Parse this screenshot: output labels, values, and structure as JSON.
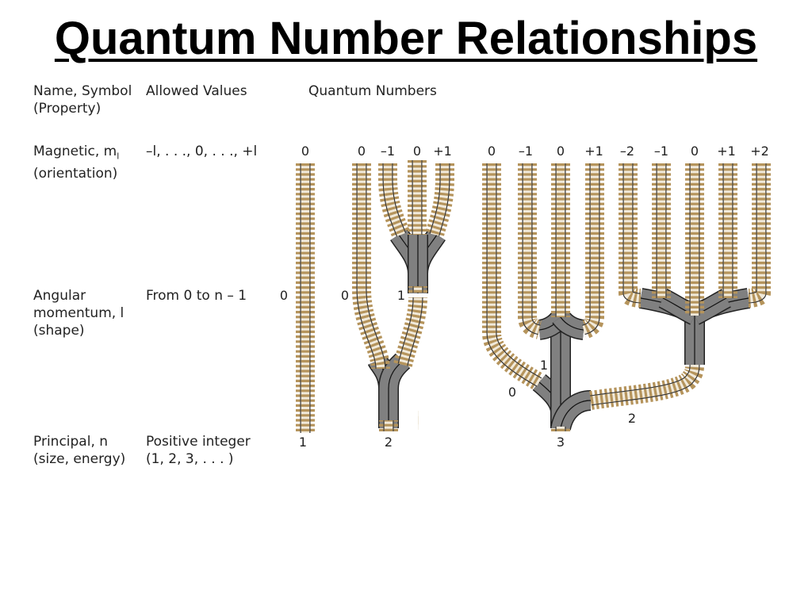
{
  "title": "Quantum Number Relationships",
  "headers": {
    "name_symbol": [
      "Name, Symbol",
      "(Property)"
    ],
    "allowed_values": "Allowed Values",
    "quantum_numbers": "Quantum Numbers"
  },
  "rows": {
    "magnetic": {
      "name": [
        "Magnetic, m",
        "(orientation)"
      ],
      "subscript": "l",
      "allowed": "–l, . . ., 0, . . ., +l"
    },
    "angular": {
      "name": [
        "Angular",
        "momentum, l",
        "(shape)"
      ],
      "allowed": "From 0 to n – 1"
    },
    "principal": {
      "name": [
        "Principal, n",
        "(size, energy)"
      ],
      "allowed": [
        "Positive integer",
        "(1, 2, 3, . . . )"
      ]
    }
  },
  "n_labels": [
    "1",
    "2",
    "3"
  ],
  "l_labels": {
    "n1": [
      "0"
    ],
    "n2": [
      "0",
      "1"
    ],
    "n3": [
      "0",
      "1",
      "2"
    ]
  },
  "ml_labels": {
    "n1_l0": [
      "0"
    ],
    "n2_l0": [
      "0"
    ],
    "n2_l1": [
      "–1",
      "0",
      "+1"
    ],
    "n3_l0": [
      "0"
    ],
    "n3_l1": [
      "–1",
      "0",
      "+1"
    ],
    "n3_l2": [
      "–2",
      "–1",
      "0",
      "+1",
      "+2"
    ]
  },
  "colors": {
    "track_tie": "#b5945c",
    "track_rail": "#333333",
    "junction": "#808080"
  }
}
